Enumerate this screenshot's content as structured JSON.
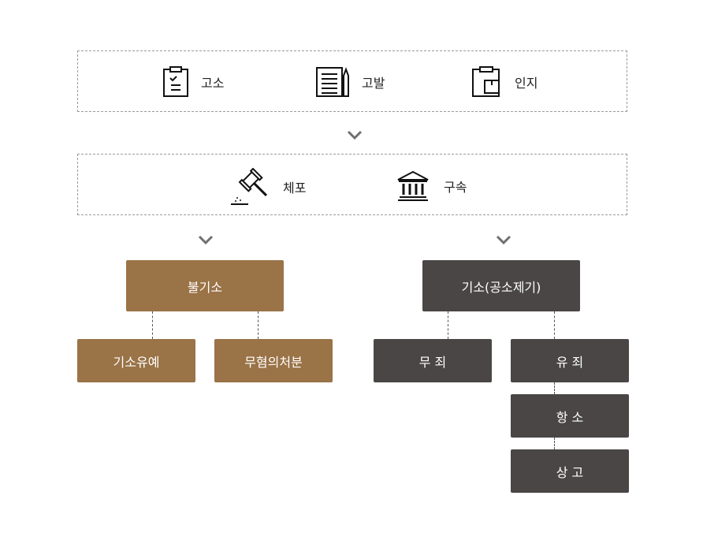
{
  "top_panel": {
    "items": [
      {
        "icon": "clipboard-check-icon",
        "label": "고소"
      },
      {
        "icon": "document-pen-icon",
        "label": "고발"
      },
      {
        "icon": "clipboard-box-icon",
        "label": "인지"
      }
    ]
  },
  "middle_panel": {
    "items": [
      {
        "icon": "gavel-icon",
        "label": "체포"
      },
      {
        "icon": "courthouse-icon",
        "label": "구속"
      }
    ]
  },
  "non_prosecution": {
    "label": "불기소",
    "children": [
      "기소유예",
      "무혐의처분"
    ]
  },
  "prosecution": {
    "label": "기소(공소제기)",
    "children": [
      "무 죄",
      "유 죄"
    ],
    "guilty_chain": [
      "항 소",
      "상 고"
    ]
  },
  "colors": {
    "brown": "#9a7347",
    "dark_gray": "#4a4646",
    "border": "#9a9a9a"
  }
}
